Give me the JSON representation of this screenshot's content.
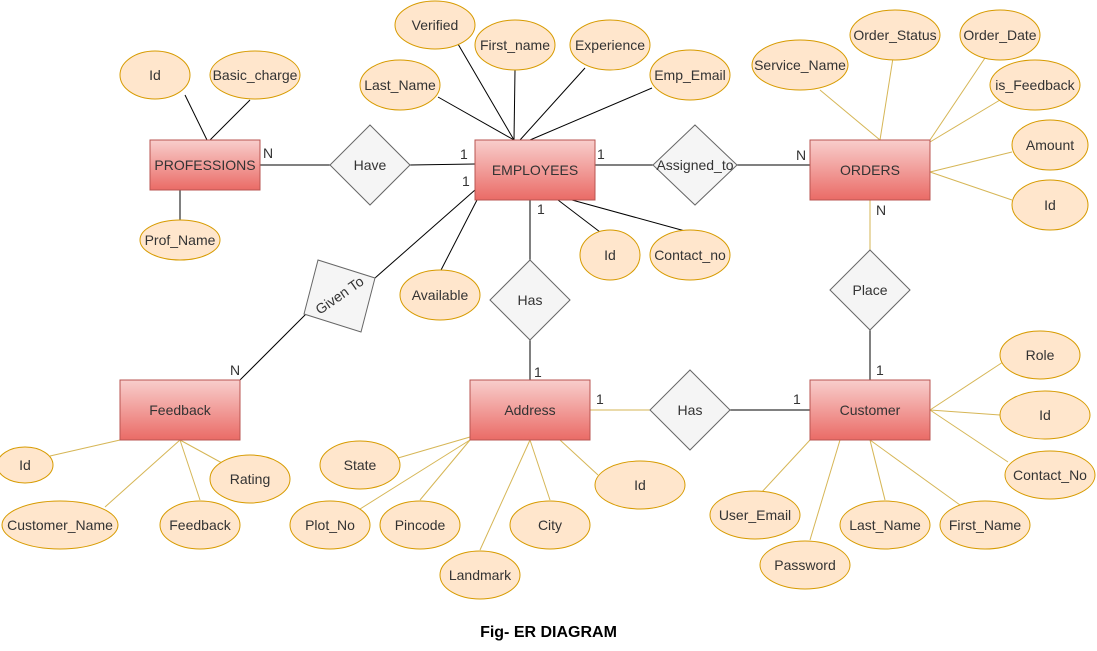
{
  "caption": "Fig- ER DIAGRAM",
  "colors": {
    "entity_top": "#f8cecc",
    "entity_bottom": "#ea6b66",
    "entity_border": "#b85450",
    "attribute_fill": "#ffe6cc",
    "attribute_border": "#d79b00",
    "relationship_fill": "#f5f5f5",
    "relationship_border": "#666666",
    "line_dark": "#000000",
    "line_gold": "#d6b656"
  },
  "entities": {
    "professions": "PROFESSIONS",
    "employees": "EMPLOYEES",
    "orders": "ORDERS",
    "feedback": "Feedback",
    "address": "Address",
    "customer": "Customer"
  },
  "relationships": {
    "have": "Have",
    "assigned_to": "Assigned_to",
    "given_to": "Given To",
    "has_emp_addr": "Has",
    "place": "Place",
    "has_addr_cust": "Has"
  },
  "attributes": {
    "prof_id": "Id",
    "prof_basic_charge": "Basic_charge",
    "prof_name": "Prof_Name",
    "emp_verified": "Verified",
    "emp_first_name": "First_name",
    "emp_experience": "Experience",
    "emp_last_name": "Last_Name",
    "emp_email": "Emp_Email",
    "emp_available": "Available",
    "emp_id": "Id",
    "emp_contact_no": "Contact_no",
    "ord_service_name": "Service_Name",
    "ord_status": "Order_Status",
    "ord_date": "Order_Date",
    "ord_is_feedback": "is_Feedback",
    "ord_amount": "Amount",
    "ord_id": "Id",
    "fb_id": "Id",
    "fb_rating": "Rating",
    "fb_customer_name": "Customer_Name",
    "fb_feedback": "Feedback",
    "addr_state": "State",
    "addr_id": "Id",
    "addr_plot_no": "Plot_No",
    "addr_pincode": "Pincode",
    "addr_city": "City",
    "addr_landmark": "Landmark",
    "cust_role": "Role",
    "cust_id": "Id",
    "cust_contact_no": "Contact_No",
    "cust_user_email": "User_Email",
    "cust_last_name": "Last_Name",
    "cust_first_name": "First_Name",
    "cust_password": "Password"
  },
  "cardinalities": {
    "prof_have": "N",
    "emp_have": "1",
    "emp_given_to": "1",
    "emp_assigned": "1",
    "orders_assigned": "N",
    "emp_has": "1",
    "orders_place": "N",
    "feedback_given_to": "N",
    "address_has_top": "1",
    "customer_place": "1",
    "address_has_right": "1",
    "customer_has": "1"
  }
}
